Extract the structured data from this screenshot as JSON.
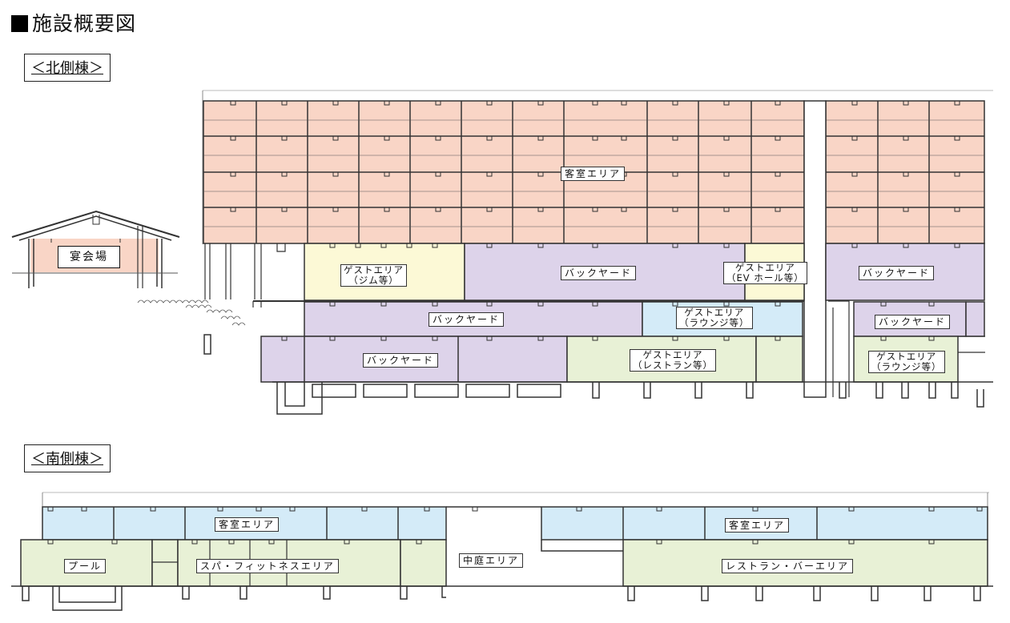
{
  "page": {
    "title": "施設概要図"
  },
  "north": {
    "heading": "＜北側棟＞",
    "labels": {
      "rooms": "客室エリア",
      "banquet": "宴会場",
      "guest_gym_1": "ゲストエリア",
      "guest_gym_2": "（ジム等）",
      "backyard_a": "バックヤード",
      "guest_ev_1": "ゲストエリア",
      "guest_ev_2": "（EV ホール等）",
      "backyard_b": "バックヤード",
      "backyard_c": "バックヤード",
      "guest_lounge_1": "ゲストエリア",
      "guest_lounge_2": "（ラウンジ等）",
      "backyard_d": "バックヤード",
      "backyard_e": "バックヤード",
      "guest_rest_1": "ゲストエリア",
      "guest_rest_2": "（レストラン等）",
      "guest_lounge2_1": "ゲストエリア",
      "guest_lounge2_2": "（ラウンジ等）"
    }
  },
  "south": {
    "heading": "＜南側棟＞",
    "labels": {
      "rooms_left": "客室エリア",
      "rooms_right": "客室エリア",
      "pool": "プール",
      "spa": "スパ・フィットネスエリア",
      "courtyard": "中庭エリア",
      "restaurant": "レストラン・バーエリア"
    }
  },
  "colors": {
    "rooms": "#f9d5c6",
    "guest_yellow": "#fcf9d6",
    "backyard": "#ddd3ea",
    "guest_blue": "#d4ebf8",
    "guest_green": "#e8f1d6",
    "line": "#333333"
  }
}
